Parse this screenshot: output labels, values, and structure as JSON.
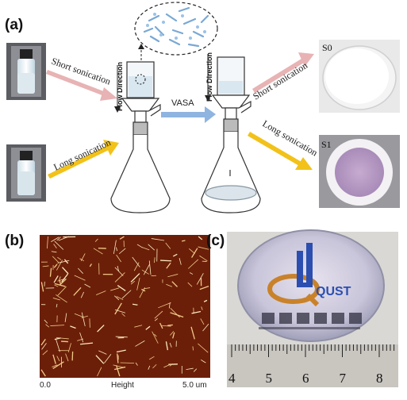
{
  "panels": {
    "a": {
      "letter": "(a)",
      "short_arrow_label": "Short sonication",
      "long_arrow_label": "Long sonication",
      "flow_label": "Flow Direction",
      "vasa_label": "VASA",
      "sample_s0": "S0",
      "sample_s1": "S1"
    },
    "b": {
      "letter": "(b)",
      "afm_axis_start": "0.0",
      "afm_axis_title": "Height",
      "afm_axis_end": "5.0 um"
    },
    "c": {
      "letter": "(c)",
      "logo_text": "QUST",
      "ruler_numbers": [
        "4",
        "5",
        "6",
        "7",
        "8"
      ]
    }
  },
  "colors": {
    "short_arrow": "#e8b3b4",
    "long_arrow": "#f2c21a",
    "vasa_arrow": "#8fb4e0",
    "afm_background": "#6b1f08",
    "afm_fiber": "#f2c98a"
  }
}
